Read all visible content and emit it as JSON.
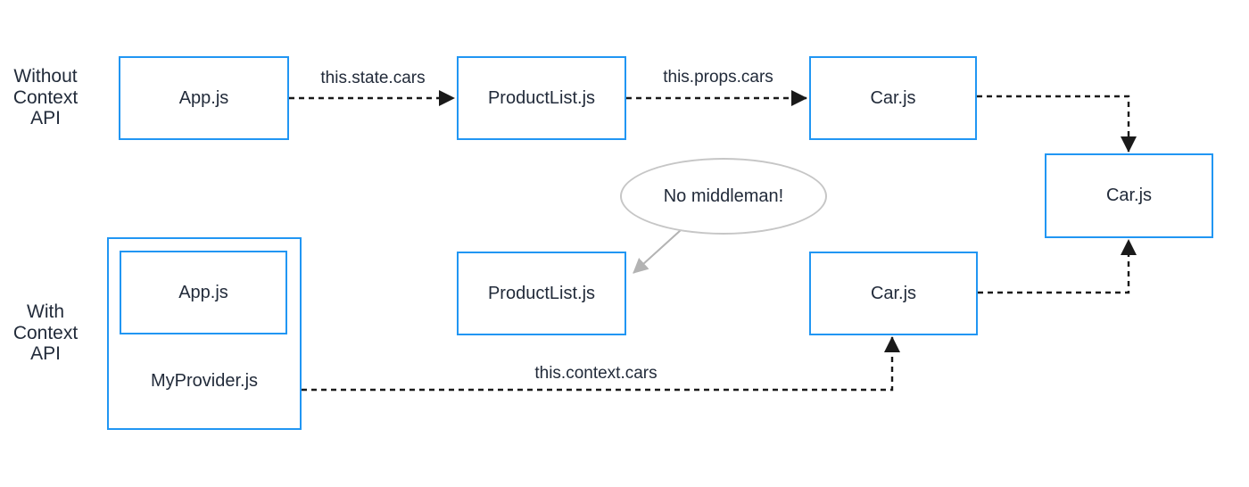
{
  "colors": {
    "box_border": "#2196f3",
    "text": "#222b3a",
    "connector": "#1a1a1a",
    "callout_gray": "#b3b3b3",
    "background": "#ffffff"
  },
  "row_labels": {
    "without": "Without\nContext\nAPI",
    "with": "With\nContext\nAPI"
  },
  "nodes": {
    "top_app": "App.js",
    "top_product_list": "ProductList.js",
    "top_car": "Car.js",
    "shared_car": "Car.js",
    "inner_app": "App.js",
    "provider": "MyProvider.js",
    "bottom_product_list": "ProductList.js",
    "bottom_car": "Car.js"
  },
  "edge_labels": {
    "state": "this.state.cars",
    "props": "this.props.cars",
    "context": "this.context.cars"
  },
  "callout": {
    "text": "No middleman!"
  }
}
